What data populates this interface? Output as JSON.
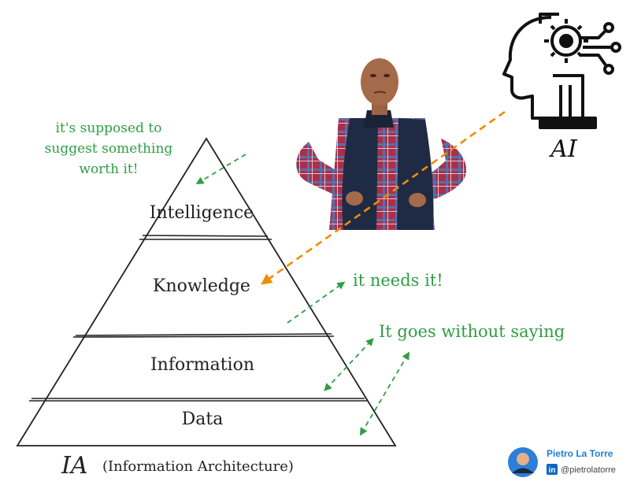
{
  "pyramid": {
    "levels": [
      "Intelligence",
      "Knowledge",
      "Information",
      "Data"
    ]
  },
  "caption": {
    "abbr": "IA",
    "full": "(Information Architecture)"
  },
  "ai": {
    "label": "AI"
  },
  "annotations": {
    "intelligence": [
      "it's supposed to",
      "suggest something",
      "worth it!"
    ],
    "knowledge": "it needs it!",
    "lower": "It goes without saying"
  },
  "author": {
    "name": "Pietro La Torre",
    "handle": "@pietrolatorre"
  },
  "colors": {
    "ink": "#222222",
    "note_green": "#2f9e44",
    "ai_arrow": "#f08c00",
    "linkedin": "#0a66c2",
    "name_blue": "#1c7ed6",
    "vest": "#1f2a44",
    "shirt": "#b8364a",
    "skin": "#a56a4a"
  }
}
